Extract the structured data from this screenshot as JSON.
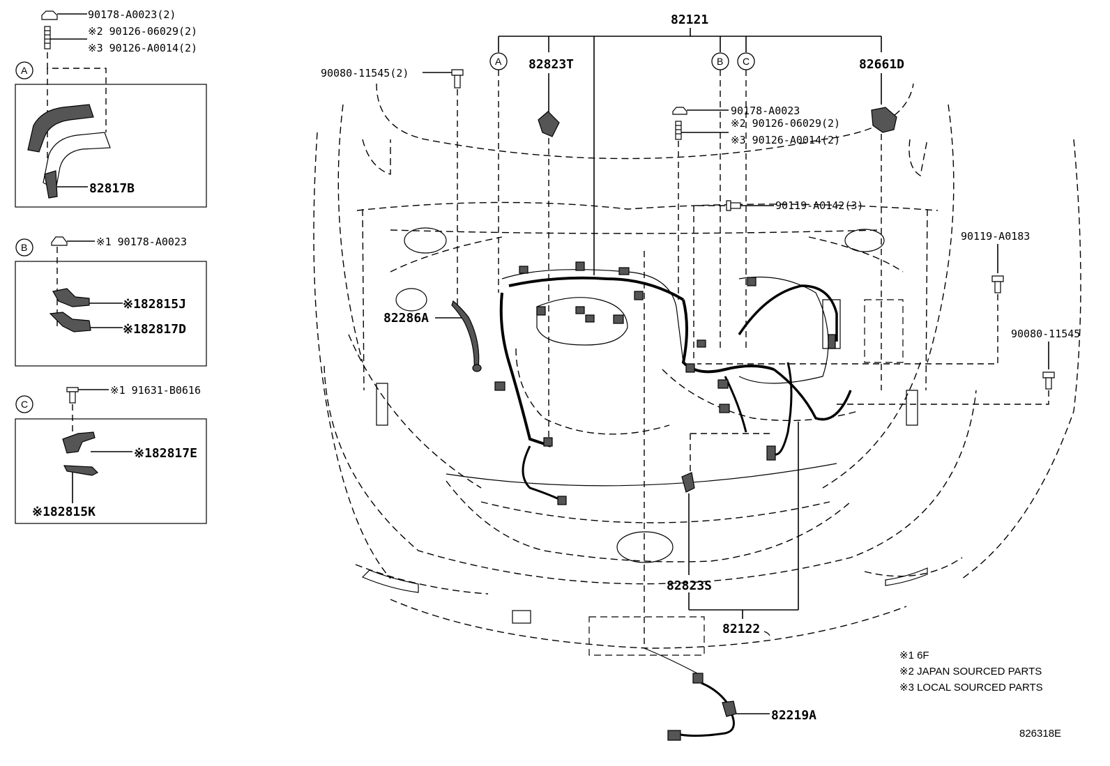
{
  "callouts": {
    "a": "A",
    "b": "B",
    "c": "C"
  },
  "inset_a": {
    "nut": "90178-A0023(2)",
    "stud_japan": "※2 90126-06029(2)",
    "stud_local": "※3 90126-A0014(2)",
    "protector": "82817B"
  },
  "inset_b": {
    "nut": "※1  90178-A0023",
    "clamp": "※182815J",
    "protector": "※182817D"
  },
  "inset_c": {
    "bolt": "※1  91631-B0616",
    "protector": "※182817E",
    "clamp": "※182815K"
  },
  "main": {
    "harness_engine_room": "82121",
    "bolt_left": "90080-11545(2)",
    "connector_t": "82823T",
    "relay_block": "82661D",
    "nut": "90178-A0023",
    "stud_japan": "※2 90126-06029(2)",
    "stud_local": "※3 90126-A0014(2)",
    "bolt_mid": "90119-A0142(3)",
    "bolt_right": "90119-A0183",
    "bolt_far_right": "90080-11545",
    "protector_a": "82286A",
    "connector_s": "82823S",
    "harness_front": "82122",
    "sensor_wire": "82219A"
  },
  "notes": {
    "note1": "※1 6F",
    "note2": "※2 JAPAN SOURCED PARTS",
    "note3": "※3 LOCAL SOURCED PARTS"
  },
  "diagram_id": "826318E"
}
